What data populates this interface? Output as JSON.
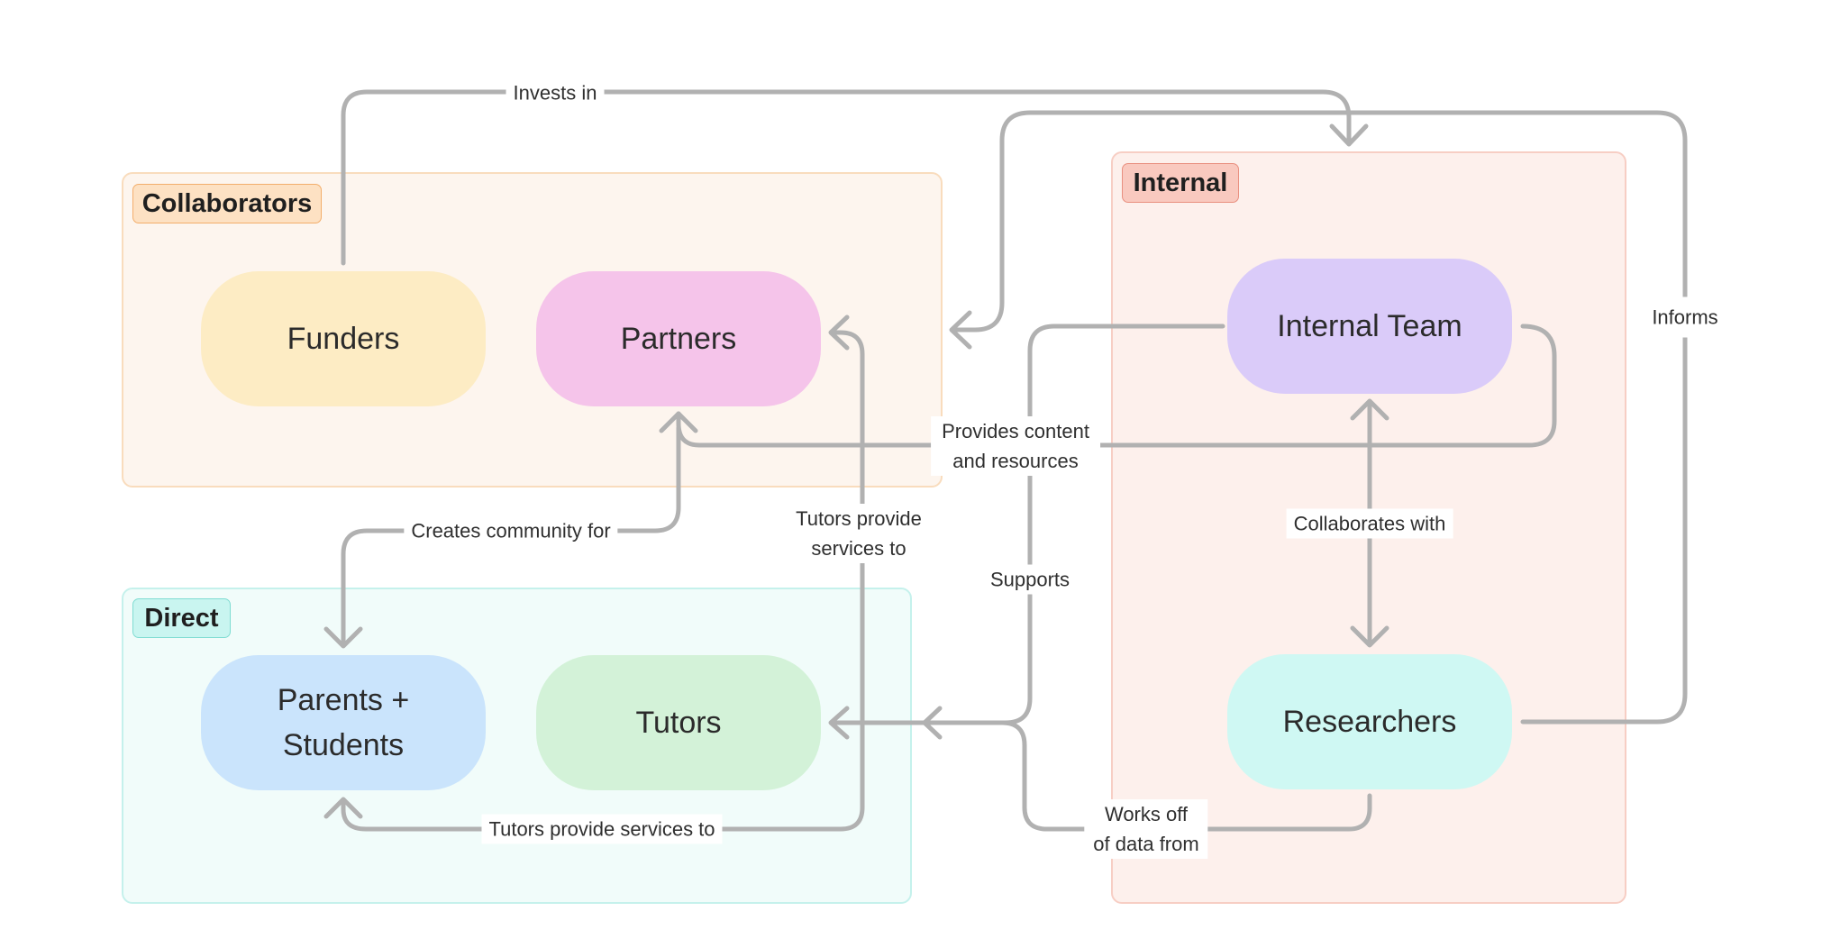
{
  "groups": {
    "collaborators": {
      "label": "Collaborators",
      "fill": "#fdf5ee",
      "border": "#f9dcbd",
      "tag_fill": "#fde1c3",
      "tag_border": "#f3ae6b"
    },
    "direct": {
      "label": "Direct",
      "fill": "#f1fcfa",
      "border": "#c5f1ec",
      "tag_fill": "#c9f5f0",
      "tag_border": "#7fdcd2"
    },
    "internal": {
      "label": "Internal",
      "fill": "#fdf0ec",
      "border": "#f7cec4",
      "tag_fill": "#f9c9bf",
      "tag_border": "#e99080"
    }
  },
  "nodes": {
    "funders": {
      "label": "Funders",
      "color": "#fdecc4"
    },
    "partners": {
      "label": "Partners",
      "color": "#f5c4ea"
    },
    "parents_students": {
      "label": "Parents +\nStudents",
      "color": "#cae4fc"
    },
    "tutors": {
      "label": "Tutors",
      "color": "#d3f2d8"
    },
    "internal_team": {
      "label": "Internal Team",
      "color": "#dacbf9"
    },
    "researchers": {
      "label": "Researchers",
      "color": "#cff8f3"
    }
  },
  "edges": {
    "invests_in": "Invests in",
    "provides_content": "Provides content\nand resources",
    "creates_community": "Creates community for",
    "tutors_services_partners": "Tutors provide\nservices to",
    "supports": "Supports",
    "collaborates_with": "Collaborates with",
    "informs": "Informs",
    "tutors_services_parents": "Tutors provide services to",
    "works_off": "Works off\nof data from"
  },
  "connector_color": "#b1b1b1"
}
